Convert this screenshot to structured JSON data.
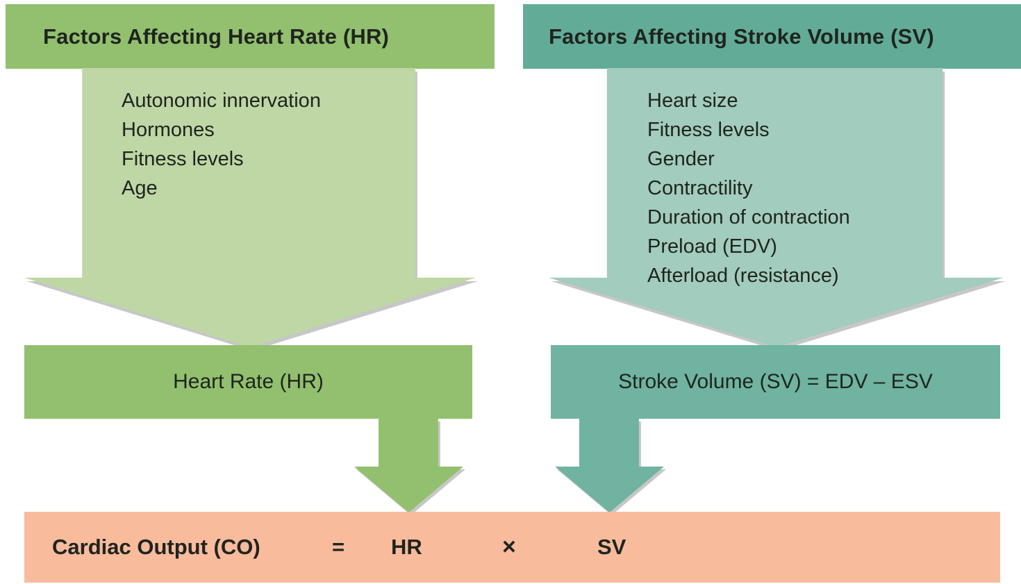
{
  "left": {
    "header": "Factors Affecting Heart Rate (HR)",
    "factors": [
      "Autonomic innervation",
      "Hormones",
      "Fitness levels",
      "Age"
    ],
    "result": "Heart Rate (HR)"
  },
  "right": {
    "header": "Factors Affecting Stroke Volume (SV)",
    "factors": [
      "Heart size",
      "Fitness levels",
      "Gender",
      "Contractility",
      "Duration of contraction",
      "Preload (EDV)",
      "Afterload (resistance)"
    ],
    "result": "Stroke Volume (SV) = EDV – ESV"
  },
  "equation": {
    "label": "Cardiac Output (CO)",
    "equals": "=",
    "hr": "HR",
    "times": "×",
    "sv": "SV"
  },
  "colors": {
    "left-header-bg": "#92c06e",
    "left-arrow-bg": "#bed7a4",
    "left-bar-bg": "#92c06e",
    "right-header-bg": "#62ab97",
    "right-arrow-bg": "#a2ccbd",
    "right-bar-bg": "#6fb3a0",
    "bottom-bar-bg": "#f8bb9c",
    "shadow": "#a9aaa9",
    "text": "#1f241f"
  }
}
